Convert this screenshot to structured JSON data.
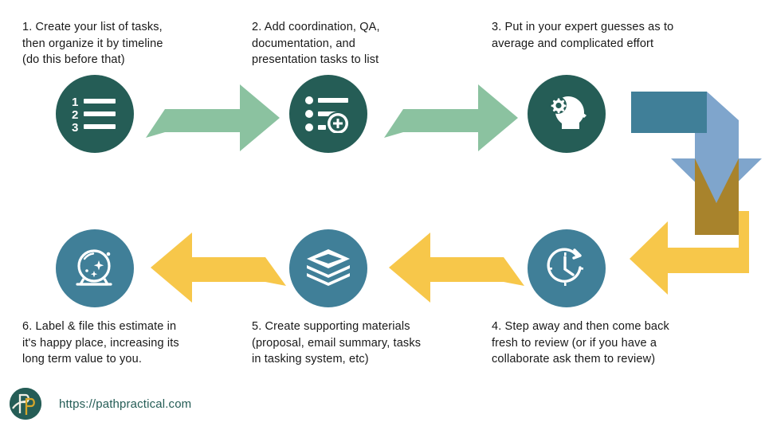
{
  "colors": {
    "dark_green": "#255d56",
    "light_green_arrow": "#8bc2a0",
    "teal_blue": "#407f98",
    "steel_blue_arrow": "#7fa5cc",
    "bronze": "#a8832c",
    "yellow_arrow": "#f6c council",
    "yellow": "#f7c74a",
    "text": "#181818",
    "background": "#ffffff"
  },
  "steps": [
    {
      "number": "1",
      "caption": "1. Create your list of tasks,\nthen organize it by timeline\n(do this before that)",
      "icon": "numbered-list-icon",
      "circle_color": "#255d56",
      "position": "top-left"
    },
    {
      "number": "2",
      "caption": "2. Add coordination, QA,\ndocumentation, and\npresentation tasks to list",
      "icon": "add-to-list-icon",
      "circle_color": "#255d56",
      "position": "top-center"
    },
    {
      "number": "3",
      "caption": "3. Put in your expert guesses as to\naverage and complicated effort",
      "icon": "head-with-gear-icon",
      "circle_color": "#255d56",
      "position": "top-right"
    },
    {
      "number": "4",
      "caption": "4. Step away and then come back\nfresh to review (or if you have a\ncollaborate ask them to review)",
      "icon": "clock-history-icon",
      "circle_color": "#407f98",
      "position": "bottom-right"
    },
    {
      "number": "5",
      "caption": "5. Create supporting materials\n(proposal, email summary, tasks\nin tasking system, etc)",
      "icon": "layers-stack-icon",
      "circle_color": "#407f98",
      "position": "bottom-center"
    },
    {
      "number": "6",
      "caption": "6. Label & file this estimate in\nit's happy place, increasing its\nlong term value to you.",
      "icon": "crystal-ball-icon",
      "circle_color": "#407f98",
      "position": "bottom-left"
    }
  ],
  "connectors": [
    {
      "name": "arrow-step1-to-step2",
      "direction": "right",
      "color": "#8bc2a0"
    },
    {
      "name": "arrow-step2-to-step3",
      "direction": "right",
      "color": "#8bc2a0"
    },
    {
      "name": "arrow-step3-to-step4",
      "direction": "down-then-left",
      "colors": [
        "#407f98",
        "#7fa5cc",
        "#a8832c",
        "#f7c74a"
      ]
    },
    {
      "name": "arrow-step4-to-step5",
      "direction": "left",
      "color": "#f7c74a"
    },
    {
      "name": "arrow-step5-to-step6",
      "direction": "left",
      "color": "#f7c74a"
    }
  ],
  "footer": {
    "logo_name": "pathpractical-logo",
    "url": "https://pathpractical.com"
  }
}
